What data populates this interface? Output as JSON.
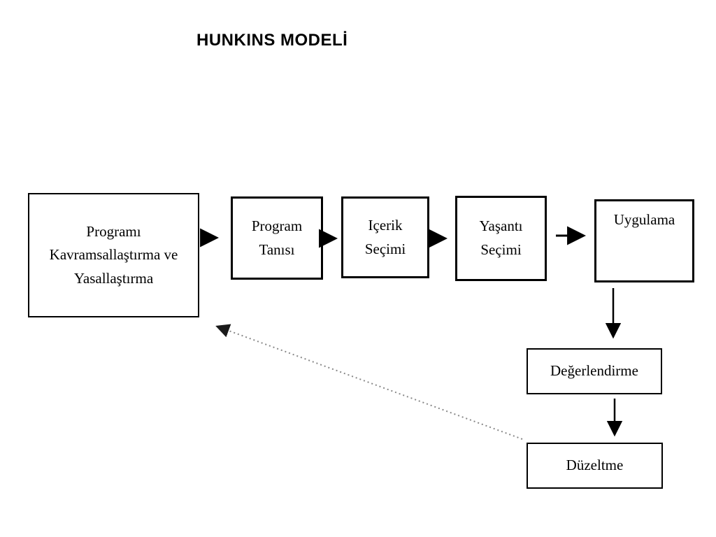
{
  "title": "HUNKINS MODELİ",
  "diagram": {
    "nodes": [
      {
        "id": "conceptualization",
        "label": "Programı Kavramsallaştırma ve Yasallaştırma"
      },
      {
        "id": "program-diagnosis",
        "label": "Program Tanısı"
      },
      {
        "id": "content-selection",
        "label": "Içerik Seçimi"
      },
      {
        "id": "experience-selection",
        "label": "Yaşantı Seçimi"
      },
      {
        "id": "implementation",
        "label": "Uygulama"
      },
      {
        "id": "evaluation",
        "label": "Değerlendirme"
      },
      {
        "id": "correction",
        "label": "Düzeltme"
      }
    ],
    "edges": [
      {
        "from": "conceptualization",
        "to": "program-diagnosis",
        "style": "solid"
      },
      {
        "from": "program-diagnosis",
        "to": "content-selection",
        "style": "solid"
      },
      {
        "from": "content-selection",
        "to": "experience-selection",
        "style": "solid"
      },
      {
        "from": "experience-selection",
        "to": "implementation",
        "style": "solid"
      },
      {
        "from": "implementation",
        "to": "evaluation",
        "style": "solid"
      },
      {
        "from": "evaluation",
        "to": "correction",
        "style": "solid"
      },
      {
        "from": "correction",
        "to": "conceptualization",
        "style": "dotted"
      }
    ],
    "colors": {
      "background": "#ffffff",
      "box_border": "#000000",
      "text": "#000000",
      "solid_arrow": "#000000",
      "dotted_arrow": "#888888"
    }
  }
}
